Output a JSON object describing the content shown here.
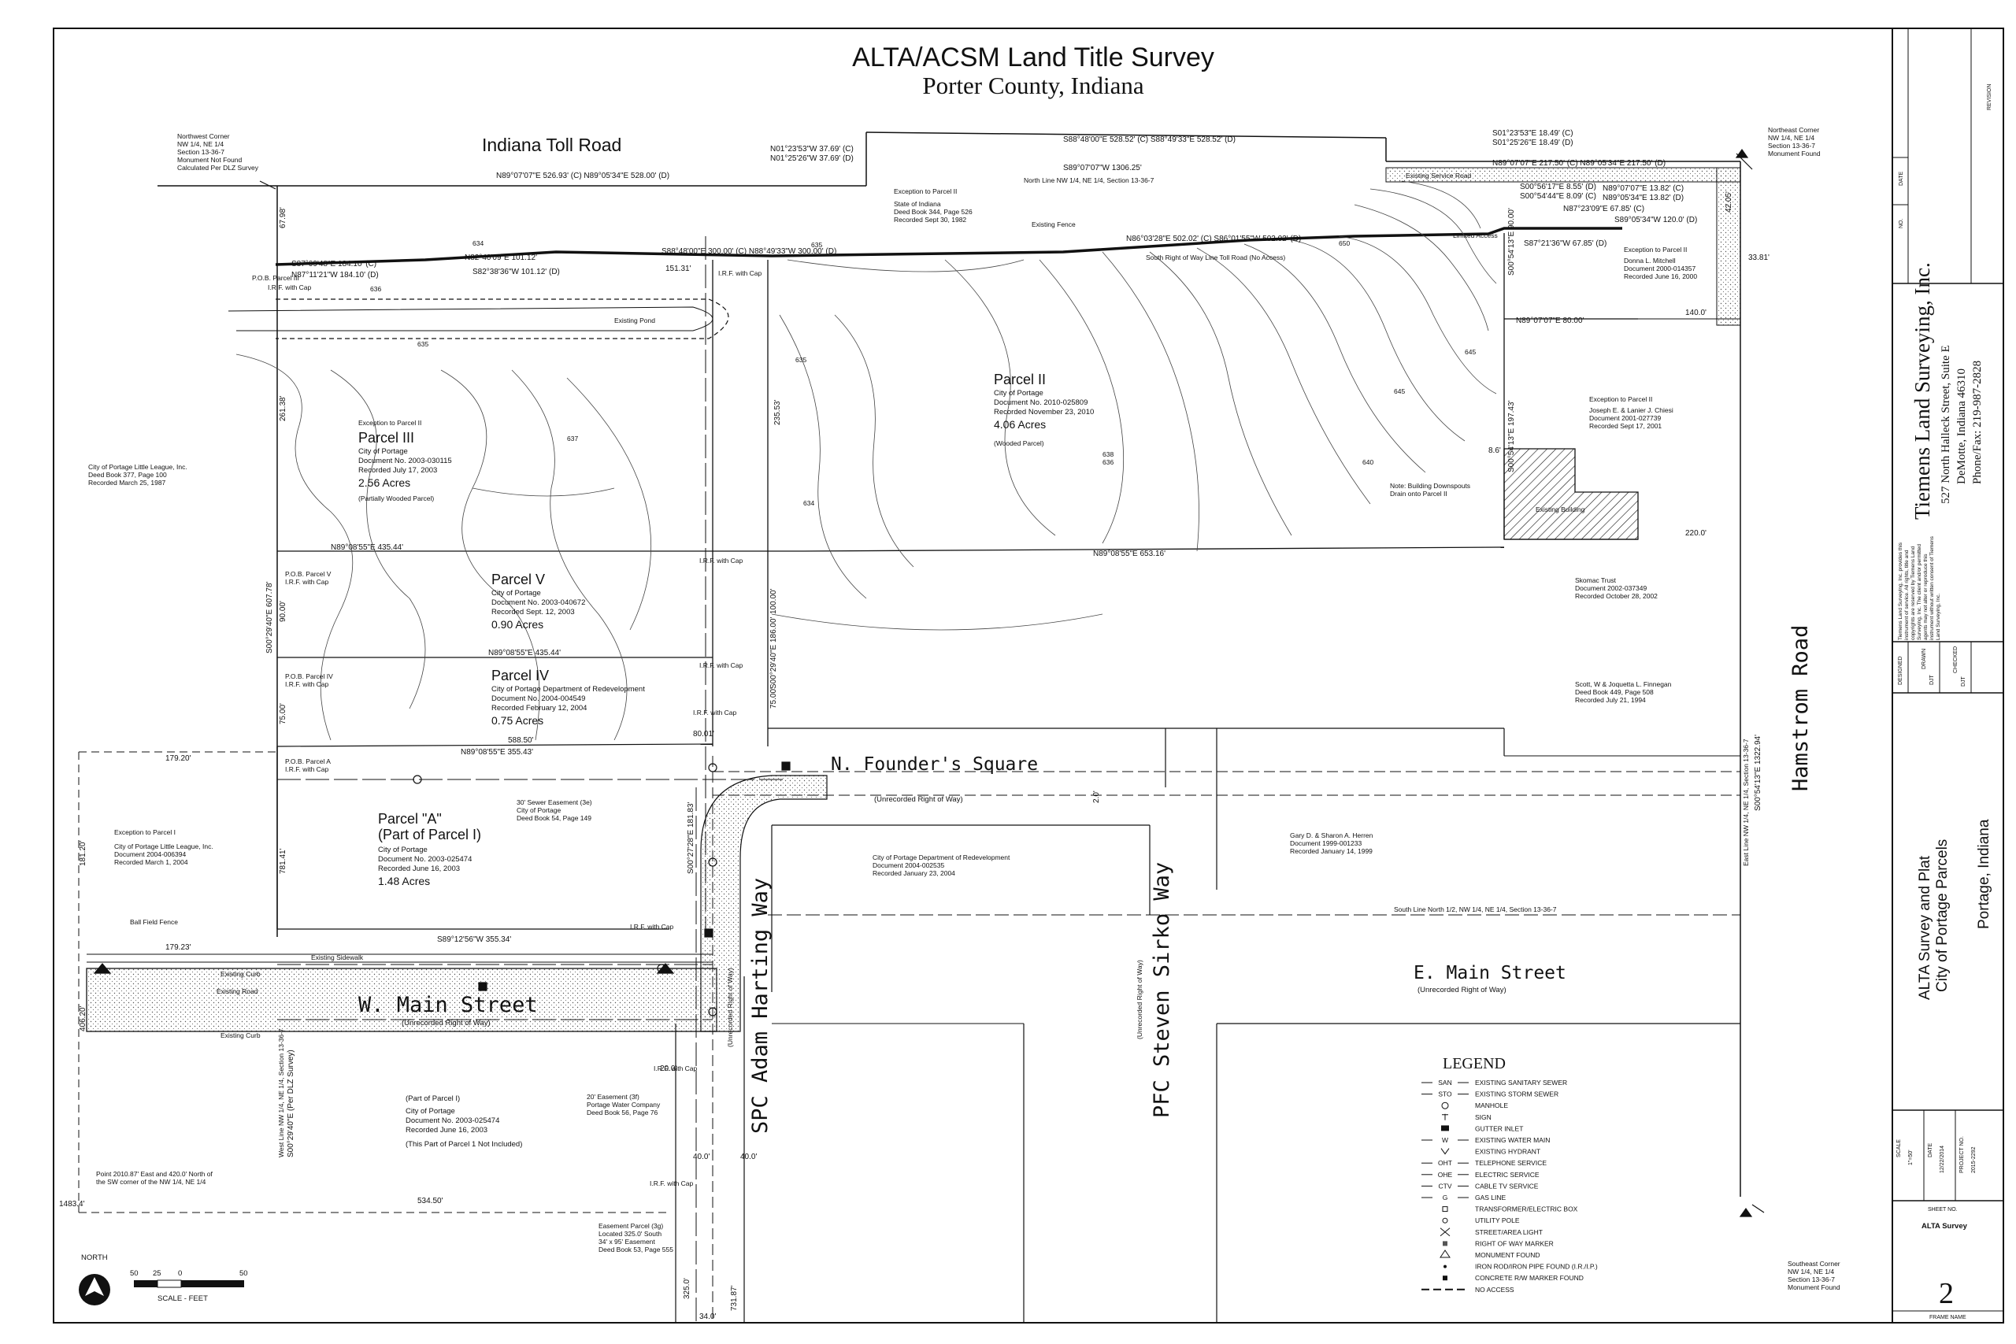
{
  "title": {
    "line1": "ALTA/ACSM Land Title Survey",
    "line2": "Porter County, Indiana"
  },
  "roads": {
    "toll_road": "Indiana Toll Road",
    "w_main": "W. Main Street",
    "w_main_note": "(Unrecorded Right of Way)",
    "e_main": "E. Main Street",
    "e_main_note": "(Unrecorded Right of Way)",
    "founders": "N. Founder's Square",
    "founders_note": "(Unrecorded Right of Way)",
    "adam_harting": "SPC Adam Harting Way",
    "adam_harting_note": "(Unrecorded Right of Way)",
    "steven_sirko": "PFC Steven Sirko Way",
    "steven_sirko_note": "(Unrecorded Right of Way)",
    "hamstrom": "Hamstrom Road",
    "existing_service_road": "Existing Service Road"
  },
  "parcels": {
    "parcel2": {
      "label": "Parcel II",
      "owner": "City of Portage",
      "doc": "Document No. 2010-025809",
      "rec": "Recorded November 23, 2010",
      "area": "4.06 Acres",
      "note": "(Wooded Parcel)"
    },
    "parcel3": {
      "exc": "Exception to Parcel II",
      "label": "Parcel III",
      "owner": "City of Portage",
      "doc": "Document No. 2003-030115",
      "rec": "Recorded July 17, 2003",
      "area": "2.56 Acres",
      "note": "(Partially Wooded Parcel)"
    },
    "parcel5": {
      "label": "Parcel V",
      "owner": "City of Portage",
      "doc": "Document No. 2003-040672",
      "rec": "Recorded Sept. 12, 2003",
      "area": "0.90 Acres"
    },
    "parcel4": {
      "label": "Parcel IV",
      "owner": "City of Portage Department of Redevelopment",
      "doc": "Document No. 2004-004549",
      "rec": "Recorded February 12, 2004",
      "area": "0.75 Acres"
    },
    "parcelA": {
      "label": "Parcel \"A\"",
      "sub": "(Part of Parcel I)",
      "owner": "City of Portage",
      "doc": "Document No. 2003-025474",
      "rec": "Recorded June 16, 2003",
      "area": "1.48 Acres"
    },
    "parcel1part": {
      "label": "(Part of Parcel I)",
      "owner": "City of Portage",
      "doc": "Document No. 2003-025474",
      "rec": "Recorded June 16, 2003",
      "note": "(This Part of Parcel 1 Not Included)"
    }
  },
  "notes": {
    "nw_corner": [
      "Northwest Corner",
      "NW 1/4, NE 1/4",
      "Section 13-36-7",
      "Monument Not Found",
      "Calculated Per DLZ Survey"
    ],
    "ne_corner": [
      "Northeast Corner",
      "NW 1/4, NE 1/4",
      "Section 13-36-7",
      "Monument Found"
    ],
    "se_corner": [
      "Southeast Corner",
      "NW 1/4, NE 1/4",
      "Section 13-36-7",
      "Monument Found"
    ],
    "little_league_1": [
      "City of Portage Little League, Inc.",
      "Deed Book 377, Page 100",
      "Recorded March 25, 1987"
    ],
    "little_league_2": [
      "Exception to Parcel I",
      "City of Portage Little League, Inc.",
      "Document 2004-006394",
      "Recorded March 1, 2004"
    ],
    "state_indiana": [
      "Exception to Parcel II",
      "State of Indiana",
      "Deed Book 344, Page 526",
      "Recorded Sept 30, 1982"
    ],
    "mitchell": [
      "Exception to Parcel II",
      "Donna L. Mitchell",
      "Document 2000-014357",
      "Recorded June 16, 2000"
    ],
    "chiesi": [
      "Exception to Parcel II",
      "Joseph E. & Lanier J. Chiesi",
      "Document 2001-027739",
      "Recorded Sept 17, 2001"
    ],
    "skomac": [
      "Skomac Trust",
      "Document 2002-037349",
      "Recorded October 28, 2002"
    ],
    "finnegan": [
      "Scott, W & Joquetta L. Finnegan",
      "Deed Book 449, Page 508",
      "Recorded July 21, 1994"
    ],
    "herren": [
      "Gary D. & Sharon A. Herren",
      "Document 1999-001233",
      "Recorded January 14, 1999"
    ],
    "redevelopment": [
      "City of Portage Department of Redevelopment",
      "Document 2004-002535",
      "Recorded January 23, 2004"
    ],
    "sewer_easement": [
      "30' Sewer Easement (3e)",
      "City of Portage",
      "Deed Book 54, Page 149"
    ],
    "water_easement": [
      "20' Easement (3f)",
      "Portage Water Company",
      "Deed Book 56, Page 76"
    ],
    "easement_parcel": [
      "Easement Parcel (3g)",
      "Located 325.0' South",
      "34' x 95' Easement",
      "Deed Book 53, Page 555"
    ],
    "point_note": [
      "Point 2010.87' East and 420.0' North of",
      "the SW corner of the NW 1/4, NE 1/4"
    ],
    "existing_pond": "Existing Pond",
    "existing_building": "Existing Building",
    "existing_fence": "Existing Fence",
    "existing_sidewalk": "Existing Sidewalk",
    "existing_curb": "Existing Curb",
    "existing_road": "Existing Road",
    "ball_field_fence": "Ball Field Fence",
    "downspout": [
      "Note: Building Downspouts",
      "Drain onto Parcel II"
    ],
    "limited_access": "Limited Access",
    "north_line": "North Line NW 1/4, NE 1/4, Section 13-36-7",
    "south_line": "South Line North 1/2, NW 1/4, NE 1/4, Section 13-36-7",
    "south_row": "South Right of Way Line Toll Road (No Access)",
    "east_line": "East Line NW 1/4, NE 1/4, Section 13-36-7",
    "west_line": "West Line NW 1/4, NE 1/4, Section 13-36-7",
    "pob3": [
      "P.O.B. Parcel III",
      "I.R.F. with Cap"
    ],
    "pob5": [
      "P.O.B. Parcel V",
      "I.R.F. with Cap"
    ],
    "pob4": [
      "P.O.B. Parcel IV",
      "I.R.F. with Cap"
    ],
    "poba": [
      "P.O.B. Parcel A",
      "I.R.F. with Cap"
    ],
    "irf": "I.R.F. with Cap"
  },
  "bearings": {
    "b1": "N89°07'07\"E 526.93' (C) N89°05'34\"E 528.00' (D)",
    "b2": "S88°48'00\"E 528.52' (C) S88°49'33\"E 528.52' (D)",
    "b3": "N01°23'53\"W 37.69' (C)",
    "b4": "N01°25'26\"W 37.69' (D)",
    "b5": "S89°07'07\"W 1306.25'",
    "b6": "S01°23'53\"E 18.49' (C)",
    "b7": "S01°25'26\"E 18.49' (D)",
    "b8": "N89°07'07\"E 217.50' (C) N89°05'34\"E 217.50' (D)",
    "b9": "S87°09'48\"E 184.10' (C)",
    "b10": "N87°11'21\"W 184.10' (D)",
    "b11": "N82°40'09\"E 101.12'",
    "b12": "S82°38'36\"W 101.12' (D)",
    "b13": "S88°48'00\"E 300.00' (C) N88°49'33\"W 300.00' (D)",
    "b14": "N86°03'28\"E 502.02' (C) S86°01'55\"W 502.02' (D)",
    "b15": "S00°56'17\"E 8.55' (D)",
    "b16": "S00°54'44\"E 8.09' (C)",
    "b17": "N87°23'09\"E 67.85' (C)",
    "b18": "S87°21'36\"W 67.85' (D)",
    "b19": "N89°07'07\"E 13.82' (C)",
    "b20": "N89°05'34\"E 13.82' (D)",
    "b21": "S89°05'34\"W 120.0' (D)",
    "b22": "N89°08'55\"E 435.44'",
    "b23": "N89°08'55\"E 653.16'",
    "b24": "N89°08'55\"E 435.44'",
    "b25": "N89°08'55\"E 355.43'",
    "b26": "S89°12'56\"W 355.34'",
    "b27": "S00°54'13\"E 197.43'",
    "b28": "S00°54'13\"E 90.00'",
    "b29": "N89°07'07\"E 80.00'",
    "b30": "S00°54'13\"E 1322.94'",
    "b31": "S00°29'40\"E 607.78'",
    "b32": "S00°29'40\"E 186.00'",
    "b33": "S00°27'28\"E 181.83'",
    "b34": "S00°29'40\"E (Per DLZ Survey)",
    "d1": "151.31'",
    "d2": "140.0'",
    "d3": "220.0'",
    "d4": "588.50'",
    "d5": "80.01'",
    "d6": "179.20'",
    "d7": "179.23'",
    "d8": "534.50'",
    "d9": "40.0'",
    "d10": "40.0'",
    "d11": "20.0'",
    "d12": "325.0'",
    "d13": "34.0'",
    "d14": "1483.4'",
    "d15": "67.98'",
    "d16": "261.38'",
    "d17": "90.00'",
    "d18": "75.00'",
    "d19": "235.53'",
    "d20": "181.20'",
    "d21": "781.41'",
    "d22": "406.20'",
    "d23": "33.81'",
    "d24": "42.05'",
    "d25": "731.87'",
    "d26": "100.00'",
    "d27": "75.00'",
    "d28": "8.6'",
    "d29": "2.0'"
  },
  "contours": [
    "634",
    "635",
    "636",
    "637",
    "638",
    "640",
    "645",
    "650"
  ],
  "legend": {
    "title": "LEGEND",
    "items": [
      {
        "sym": "SAN",
        "label": "EXISTING SANITARY SEWER"
      },
      {
        "sym": "STO",
        "label": "EXISTING STORM SEWER"
      },
      {
        "sym": "manhole",
        "label": "MANHOLE"
      },
      {
        "sym": "sign",
        "label": "SIGN"
      },
      {
        "sym": "gutter",
        "label": "GUTTER INLET"
      },
      {
        "sym": "W",
        "label": "EXISTING WATER MAIN"
      },
      {
        "sym": "hydrant",
        "label": "EXISTING HYDRANT"
      },
      {
        "sym": "OHT",
        "label": "TELEPHONE SERVICE"
      },
      {
        "sym": "OHE",
        "label": "ELECTRIC SERVICE"
      },
      {
        "sym": "CTV",
        "label": "CABLE TV SERVICE"
      },
      {
        "sym": "G",
        "label": "GAS LINE"
      },
      {
        "sym": "box",
        "label": "TRANSFORMER/ELECTRIC BOX"
      },
      {
        "sym": "pole",
        "label": "UTILITY POLE"
      },
      {
        "sym": "light",
        "label": "STREET/AREA LIGHT"
      },
      {
        "sym": "row",
        "label": "RIGHT OF WAY MARKER"
      },
      {
        "sym": "monument",
        "label": "MONUMENT FOUND"
      },
      {
        "sym": "irf",
        "label": "IRON ROD/IRON PIPE FOUND (I.R./I.P.)"
      },
      {
        "sym": "crm",
        "label": "CONCRETE R/W MARKER FOUND"
      },
      {
        "sym": "noaccess",
        "label": "NO ACCESS"
      }
    ]
  },
  "scale": {
    "north": "NORTH",
    "ticks": [
      "50",
      "25",
      "0",
      "50"
    ],
    "label": "SCALE - FEET"
  },
  "titleblock": {
    "firm": "Tiemens Land Surveying, Inc.",
    "addr1": "527 North Halleck Street, Suite E",
    "addr2": "DeMotte, Indiana 46310",
    "phone": "Phone/Fax: 219-987-2828",
    "disclaimer": "Tiemens Land Surveying, Inc. provides this instrument of service. All rights, title and copyrights are reserved by Tiemens Land Surveying, Inc. The client and/or permitted agents may not alter or reproduce this instrument without written consent of Tiemens Land Surveying, Inc.",
    "revision": "REVISION",
    "date": "DATE",
    "no": "NO.",
    "designed": "DESIGNED",
    "drawn": "DRAWN",
    "drawn_by": "DJT",
    "checked": "CHECKED",
    "checked_by": "DJT",
    "project_line1": "ALTA Survey and Plat",
    "project_line2": "City of Portage Parcels",
    "location": "Portage, Indiana",
    "scale_label": "SCALE",
    "scale_value": "1\"=50'",
    "date_label": "DATE",
    "date_value": "12/22/2014",
    "project_label": "PROJECT NO.",
    "project_value": "2015-2292",
    "sheet_label": "SHEET NO.",
    "sheet_name": "ALTA Survey",
    "sheet_number": "2",
    "frame_name": "FRAME NAME"
  }
}
